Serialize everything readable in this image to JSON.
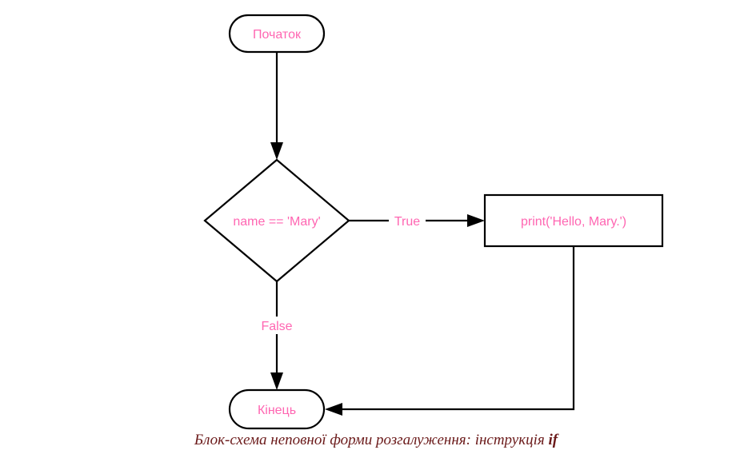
{
  "diagram": {
    "nodes": {
      "start": {
        "label": "Початок",
        "shape": "rounded-rectangle"
      },
      "decision": {
        "label": "name == 'Mary'",
        "shape": "diamond"
      },
      "process": {
        "label": "print('Hello, Mary.')",
        "shape": "rectangle"
      },
      "end": {
        "label": "Кінець",
        "shape": "rounded-rectangle"
      }
    },
    "edges": {
      "start_to_decision": {
        "from": "start",
        "to": "decision",
        "label": ""
      },
      "true_branch": {
        "from": "decision",
        "to": "process",
        "label": "True"
      },
      "false_branch": {
        "from": "decision",
        "to": "end",
        "label": "False"
      },
      "process_to_end": {
        "from": "process",
        "to": "end",
        "label": ""
      }
    },
    "colors": {
      "label_text": "#ff66b2",
      "stroke": "#000000",
      "caption_text": "#6b1a1a"
    }
  },
  "caption": {
    "text": "Блок-схема неповної форми розгалуження: інструкція",
    "keyword": "if"
  }
}
